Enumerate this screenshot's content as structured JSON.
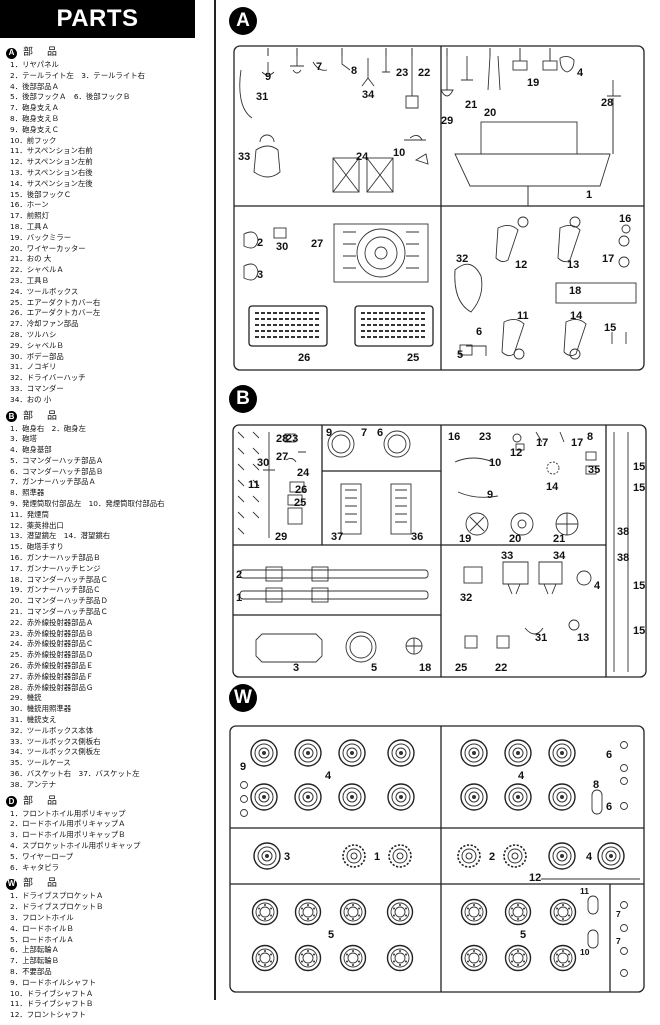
{
  "header": {
    "title": "PARTS"
  },
  "badges": {
    "A": "A",
    "B": "B",
    "W": "W"
  },
  "legend": {
    "section_title": "部　品",
    "sections": [
      {
        "letter": "A",
        "lines": [
          "1．リヤパネル",
          "2．テールライト左　3．テールライト右",
          "4．後部部品Ａ",
          "5．後部フックＡ　6．後部フックＢ",
          "7．砲身支えＡ",
          "8．砲身支えＢ",
          "9．砲身支えＣ",
          "10．前フック",
          "11．サスペンション右前",
          "12．サスペンション左前",
          "13．サスペンション右後",
          "14．サスペンション左後",
          "15．後部フックＣ",
          "16．ホーン",
          "17．前照灯",
          "18．工具Ａ",
          "19．バックミラー",
          "20．ワイヤーカッター",
          "21．おの 大",
          "22．シャベルＡ",
          "23．工具Ｂ",
          "24．ツールボックス",
          "25．エアーダクトカバー右",
          "26．エアーダクトカバー左",
          "27．冷却ファン部品",
          "28．ツルハシ",
          "29．シャベルＢ",
          "30．ボデー部品",
          "31．ノコギリ",
          "32．ドライバーハッチ",
          "33．コマンダー",
          "34．おの 小"
        ]
      },
      {
        "letter": "B",
        "lines": [
          "1．砲身右　2．砲身左",
          "3．砲塔",
          "4．砲身基部",
          "5．コマンダーハッチ部品Ａ",
          "6．コマンダーハッチ部品Ｂ",
          "7．ガンナーハッチ部品Ａ",
          "8．照準器",
          "9．発煙筒取付部品左　10．発煙筒取付部品右",
          "11．発煙筒",
          "12．薬莢排出口",
          "13．潜望鏡左　14．潜望鏡右",
          "15．砲塔手すり",
          "16．ガンナーハッチ部品Ｂ",
          "17．ガンナーハッチヒンジ",
          "18．コマンダーハッチ部品Ｃ",
          "19．ガンナーハッチ部品Ｃ",
          "20．コマンダーハッチ部品Ｄ",
          "21．コマンダーハッチ部品Ｃ",
          "22．赤外線投射器部品Ａ",
          "23．赤外線投射器部品Ｂ",
          "24．赤外線投射器部品Ｃ",
          "25．赤外線投射器部品Ｄ",
          "26．赤外線投射器部品Ｅ",
          "27．赤外線投射器部品Ｆ",
          "28．赤外線投射器部品Ｇ",
          "29．機銃",
          "30．機銃用照準器",
          "31．機銃支え",
          "32．ツールボックス本体",
          "33．ツールボックス側板右",
          "34．ツールボックス側板左",
          "35．ツールケース",
          "36．バスケット右　37．バスケット左",
          "38．アンテナ"
        ]
      },
      {
        "letter": "D",
        "lines": [
          "1．フロントホイル用ポリキャップ",
          "2．ロードホイル用ポリキャップＡ",
          "3．ロードホイル用ポリキャップＢ",
          "4．スプロケットホイル用ポリキャップ",
          "5．ワイヤーロープ",
          "6．キャタピラ"
        ]
      },
      {
        "letter": "W",
        "lines": [
          "1．ドライブスプロケットＡ",
          "2．ドライブスプロケットＢ",
          "3．フロントホイル",
          "4．ロードホイルＢ",
          "5．ロードホイルＡ",
          "6．上部転輪Ａ",
          "7．上部転輪Ｂ",
          "8．不要部品",
          "9．ロードホイルシャフト",
          "10．ドライブシャフトＡ",
          "11．ドライブシャフトＢ",
          "12．フロントシャフト"
        ]
      }
    ]
  },
  "sprue_A_labels": {
    "p1": "1",
    "p2": "2",
    "p3": "3",
    "p4": "4",
    "p5": "5",
    "p6": "6",
    "p7": "7",
    "p8": "8",
    "p9": "9",
    "p10": "10",
    "p11": "11",
    "p12": "12",
    "p13": "13",
    "p14": "14",
    "p15": "15",
    "p16": "16",
    "p17": "17",
    "p18": "18",
    "p19": "19",
    "p20": "20",
    "p21": "21",
    "p22": "22",
    "p23": "23",
    "p24": "24",
    "p25": "25",
    "p26": "26",
    "p27": "27",
    "p28": "28",
    "p29": "29",
    "p30": "30",
    "p31": "31",
    "p32": "32",
    "p33": "33",
    "p34": "34"
  },
  "sprue_B_labels": {
    "p1": "1",
    "p2": "2",
    "p3": "3",
    "p4": "4",
    "p5": "5",
    "p6": "6",
    "p7": "7",
    "p8": "8",
    "p9": "9",
    "p10": "10",
    "p11": "11",
    "p12": "12",
    "p13": "13",
    "p14": "14",
    "p15": "15",
    "p16": "16",
    "p17": "17",
    "p18": "18",
    "p19": "19",
    "p20": "20",
    "p21": "21",
    "p22": "22",
    "p23": "23",
    "p24": "24",
    "p25": "25",
    "p26": "26",
    "p27": "27",
    "p28": "28",
    "p29": "29",
    "p30": "30",
    "p31": "31",
    "p32": "32",
    "p33": "33",
    "p34": "34",
    "p35": "35",
    "p36": "36",
    "p37": "37",
    "p38": "38"
  },
  "sprue_W_labels": {
    "p1": "1",
    "p2": "2",
    "p3": "3",
    "p4": "4",
    "p5": "5",
    "p6": "6",
    "p7": "7",
    "p8": "8",
    "p9": "9",
    "p10": "10",
    "p11": "11",
    "p12": "12"
  }
}
